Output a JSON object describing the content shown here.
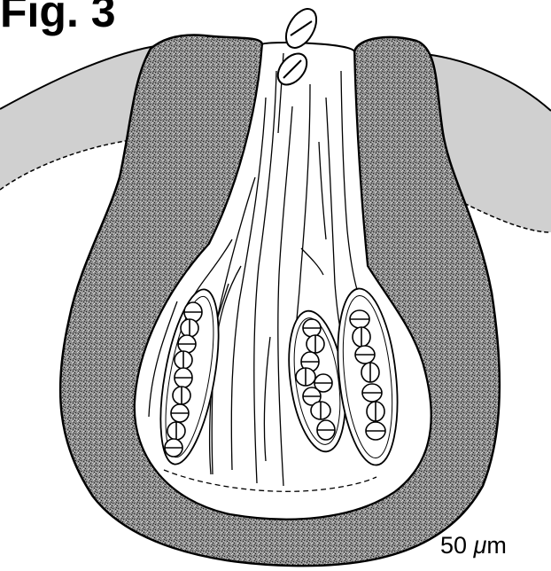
{
  "figure": {
    "label": "Fig. 3",
    "scale_value": "50",
    "scale_mu": "μ",
    "scale_unit": "m"
  },
  "colors": {
    "outline": "#000000",
    "host_tissue": "#d0d0d0",
    "wall_stipple_dark": "#3a3a3a",
    "wall_stipple_light": "#8c8c8c",
    "cavity": "#ffffff"
  }
}
